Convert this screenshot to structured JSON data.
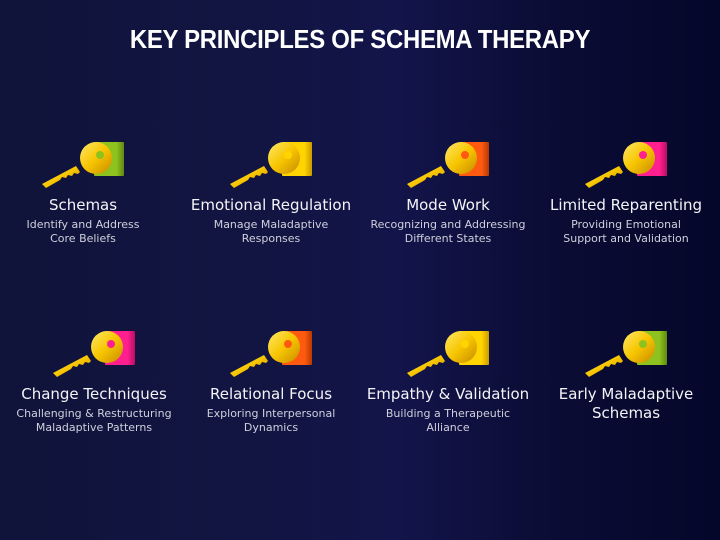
{
  "title": "KEY PRINCIPLES OF SCHEMA THERAPY",
  "colors": {
    "background_left": "#10143a",
    "background_right": "#04062a",
    "key_gold": "#f5c800",
    "tag_green": "#8dc21f",
    "tag_yellow": "#ffd400",
    "tag_orange": "#ff5a10",
    "tag_pink": "#ff1f8e"
  },
  "items": [
    {
      "title": "Schemas",
      "desc_line1": "Identify and Address",
      "desc_line2": "Core Beliefs",
      "tag_color": "#8dc21f",
      "icon": "key-icon"
    },
    {
      "title": "Emotional Regulation",
      "desc_line1": "Manage Maladaptive",
      "desc_line2": "Responses",
      "tag_color": "#ffd400",
      "icon": "key-icon"
    },
    {
      "title": "Mode Work",
      "desc_line1": "Recognizing and Addressing",
      "desc_line2": "Different States",
      "tag_color": "#ff5a10",
      "icon": "key-icon"
    },
    {
      "title": "Limited Reparenting",
      "desc_line1": "Providing Emotional",
      "desc_line2": "Support and Validation",
      "tag_color": "#ff1f8e",
      "icon": "key-icon"
    },
    {
      "title": "Change Techniques",
      "desc_line1": "Challenging & Restructuring",
      "desc_line2": "Maladaptive Patterns",
      "tag_color": "#ff1f8e",
      "icon": "key-icon"
    },
    {
      "title": "Relational Focus",
      "desc_line1": "Exploring Interpersonal",
      "desc_line2": "Dynamics",
      "tag_color": "#ff5a10",
      "icon": "key-icon"
    },
    {
      "title": "Empathy & Validation",
      "desc_line1": "Building a Therapeutic",
      "desc_line2": "Alliance",
      "tag_color": "#ffd400",
      "icon": "key-icon"
    },
    {
      "title": "Early Maladaptive Schemas",
      "title_line1": "Early Maladaptive",
      "title_line2": "Schemas",
      "desc_line1": "",
      "desc_line2": "",
      "tag_color": "#8dc21f",
      "icon": "key-icon"
    }
  ]
}
